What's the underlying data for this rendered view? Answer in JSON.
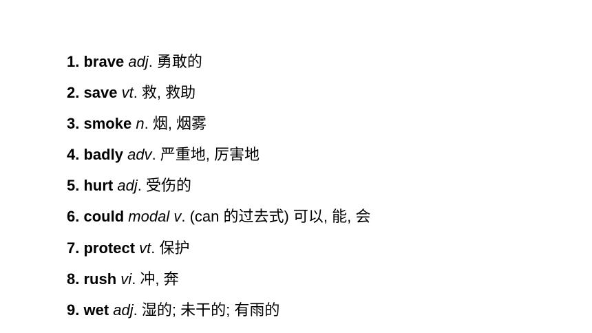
{
  "vocabulary": [
    {
      "number": "1.",
      "word": "brave",
      "pos": "adj",
      "meaning": "勇敢的"
    },
    {
      "number": "2.",
      "word": "save",
      "pos": "vt",
      "meaning": "救, 救助"
    },
    {
      "number": "3.",
      "word": "smoke",
      "pos": "n",
      "meaning": "烟, 烟雾"
    },
    {
      "number": "4.",
      "word": "badly",
      "pos": "adv",
      "meaning": "严重地, 厉害地"
    },
    {
      "number": "5.",
      "word": "hurt",
      "pos": "adj",
      "meaning": "受伤的"
    },
    {
      "number": "6.",
      "word": "could",
      "pos": "modal v",
      "meaning": "(can 的过去式) 可以, 能, 会"
    },
    {
      "number": "7.",
      "word": "protect",
      "pos": "vt",
      "meaning": "保护"
    },
    {
      "number": "8.",
      "word": "rush",
      "pos": "vi",
      "meaning": "冲, 奔"
    },
    {
      "number": "9.",
      "word": "wet",
      "pos": "adj",
      "meaning": "湿的; 未干的; 有雨的"
    }
  ]
}
